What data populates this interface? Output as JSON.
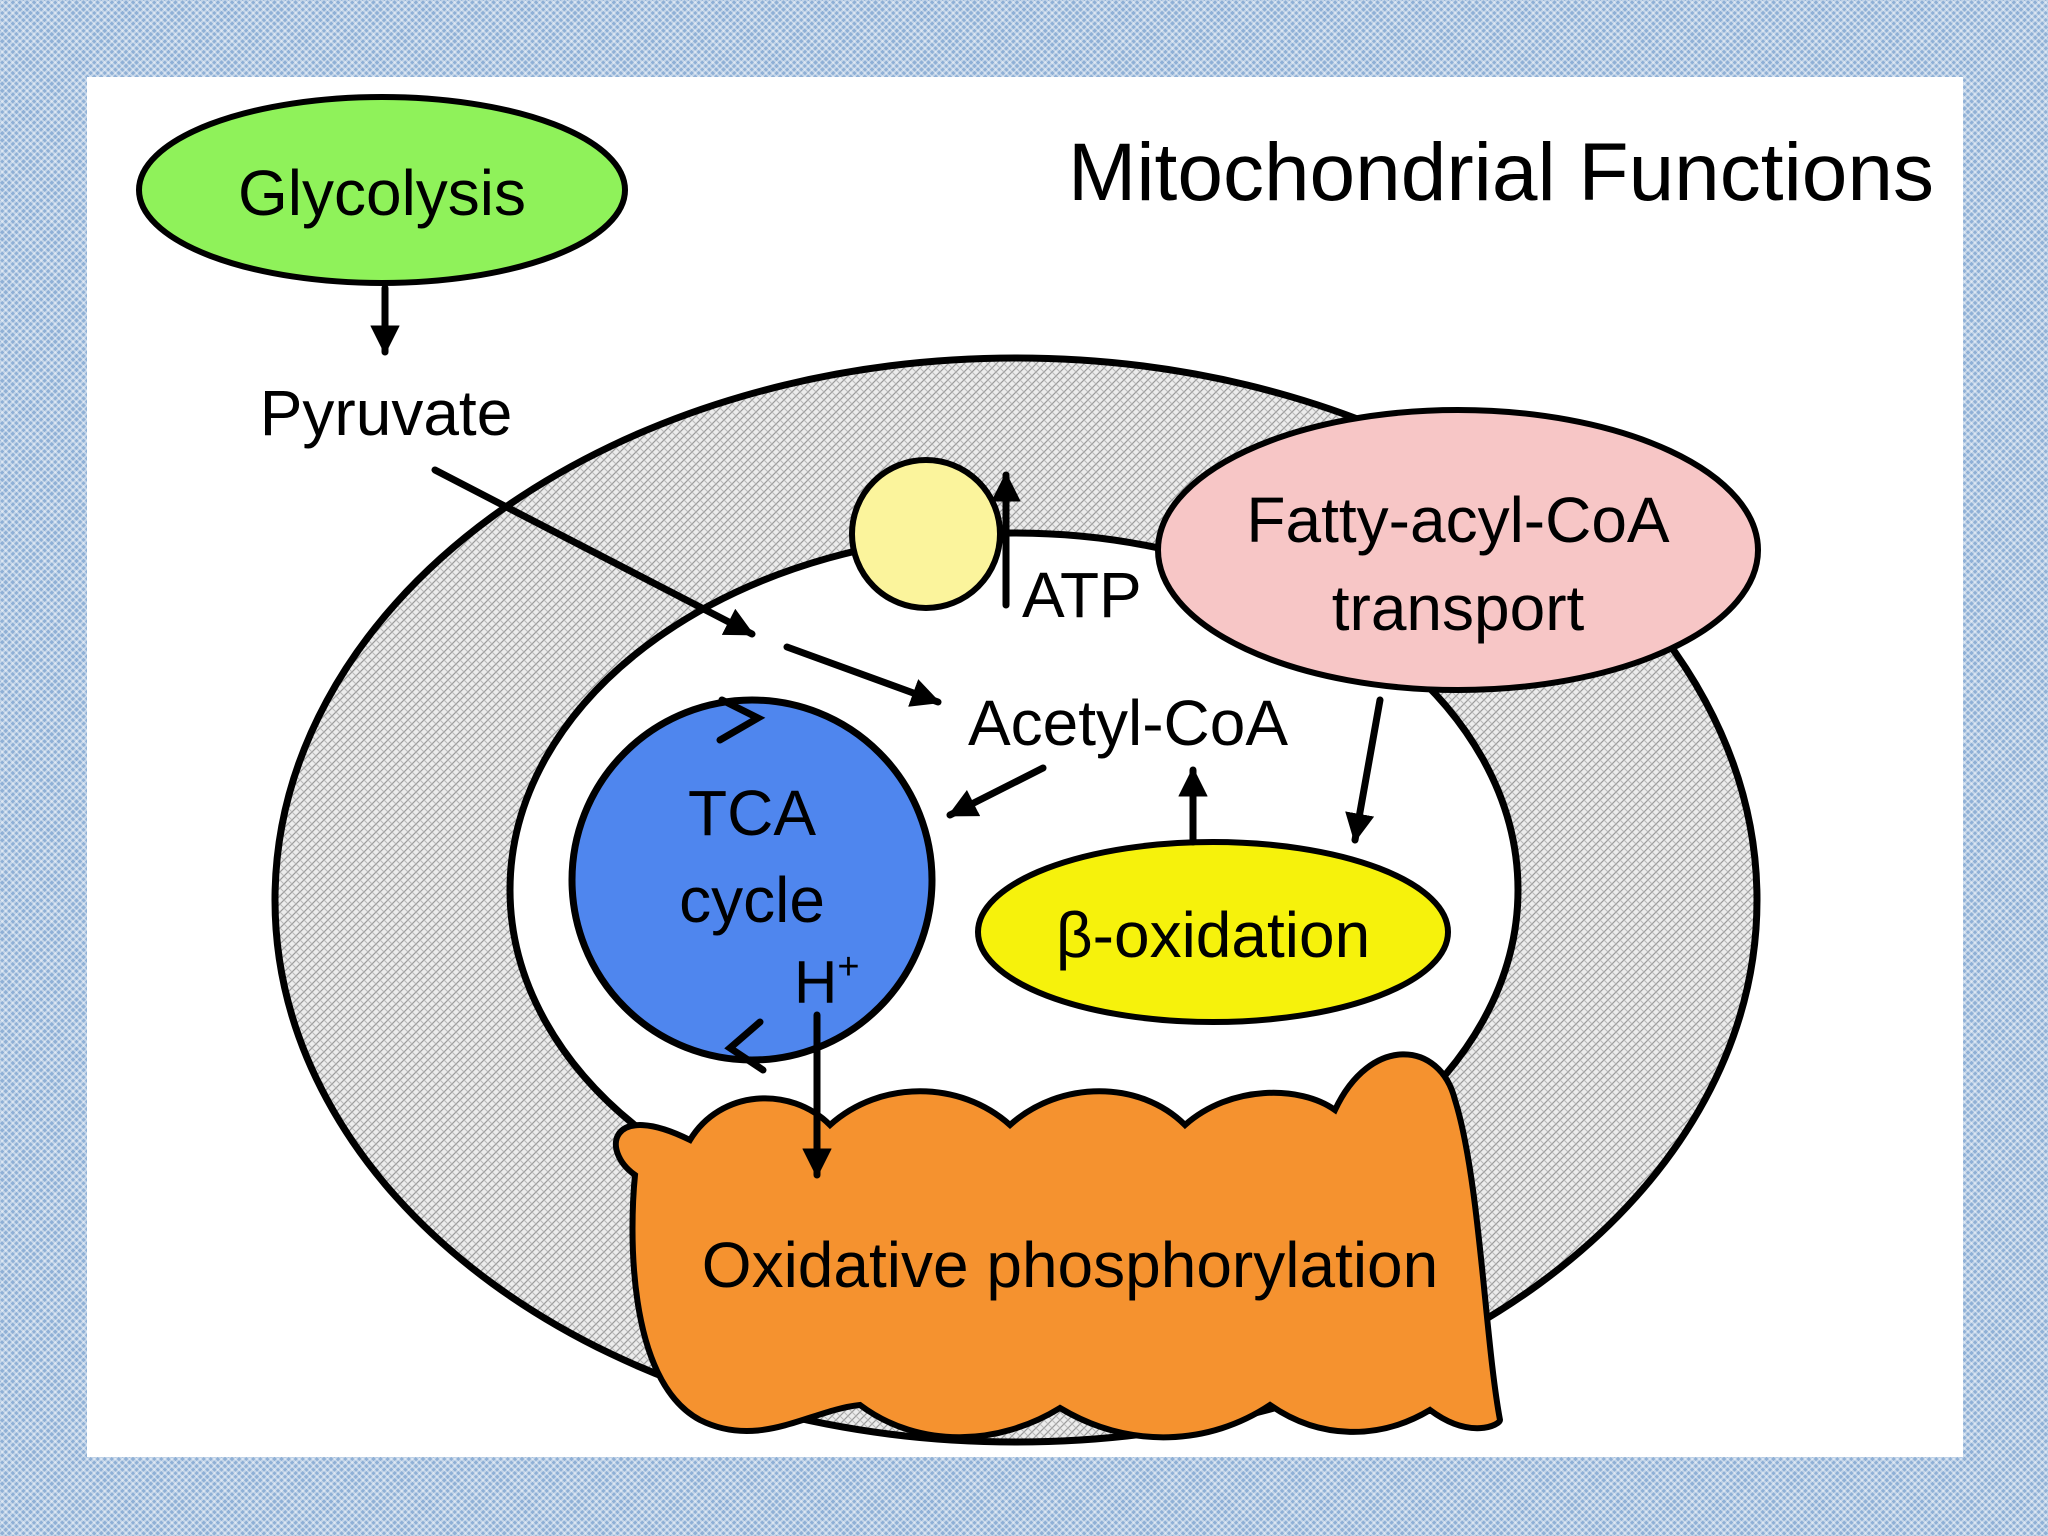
{
  "title": "Mitochondrial Functions",
  "labels": {
    "glycolysis": "Glycolysis",
    "pyruvate": "Pyruvate",
    "atp": "ATP",
    "fatty_line1": "Fatty-acyl-CoA",
    "fatty_line2": "transport",
    "acetyl_coa": "Acetyl-CoA",
    "tca_line1": "TCA",
    "tca_line2": "cycle",
    "h_plus": "H",
    "h_plus_sup": "+",
    "beta_oxidation": "β-oxidation",
    "oxphos": "Oxidative phosphorylation"
  },
  "colors": {
    "background": "#8fb0d6",
    "glycolysis": "#8ff25a",
    "atp_synthase": "#fbf49c",
    "fatty_acyl": "#f7c6c6",
    "tca": "#4f86ee",
    "beta_oxidation": "#f6f20c",
    "oxphos": "#f5922f",
    "membrane_hatch": "#d8d8d8"
  }
}
